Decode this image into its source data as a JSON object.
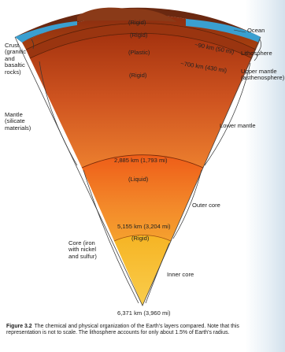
{
  "diagram": {
    "inner_labels": {
      "rigid_top": "(Rigid)",
      "rigid_second": "(Rigid)",
      "plastic": "(Plastic)",
      "rigid_mantle": "(Rigid)",
      "liquid": "(Liquid)",
      "rigid_core": "(Rigid)"
    },
    "depths": {
      "d90": "~90 km (50 mi)",
      "d700": "~700 km (430 mi)",
      "d2885": "2,885 km (1,793 mi)",
      "d5155": "5,155 km (3,204 mi)",
      "d6371": "6,371 km (3,960 mi)"
    },
    "left_labels": {
      "crust": "Crust (granitic and basaltic rocks)",
      "mantle": "Mantle (silicate materials)",
      "core": "Core (iron with nickel and sulfur)"
    },
    "right_labels": {
      "ocean": "Ocean",
      "lithosphere": "Lithosphere",
      "upper_mantle": "Upper mantle (asthenosphere)",
      "lower_mantle": "Lower mantle",
      "outer_core": "Outer core",
      "inner_core": "Inner core"
    }
  },
  "caption": {
    "figure_number": "Figure 3.2",
    "text": "The chemical and physical organization of the Earth's layers compared. Note that this representation is not to scale. The lithosphere accounts for only about 1.5% of Earth's radius."
  },
  "colors": {
    "ocean": "#3a9fd0",
    "crust": "#6b2a10",
    "plastic": "#b84a1a",
    "mantle_top": "#b03a14",
    "mantle_bottom": "#e8782c",
    "outer_core": "#f07a1c",
    "inner_core": "#f5b220"
  }
}
